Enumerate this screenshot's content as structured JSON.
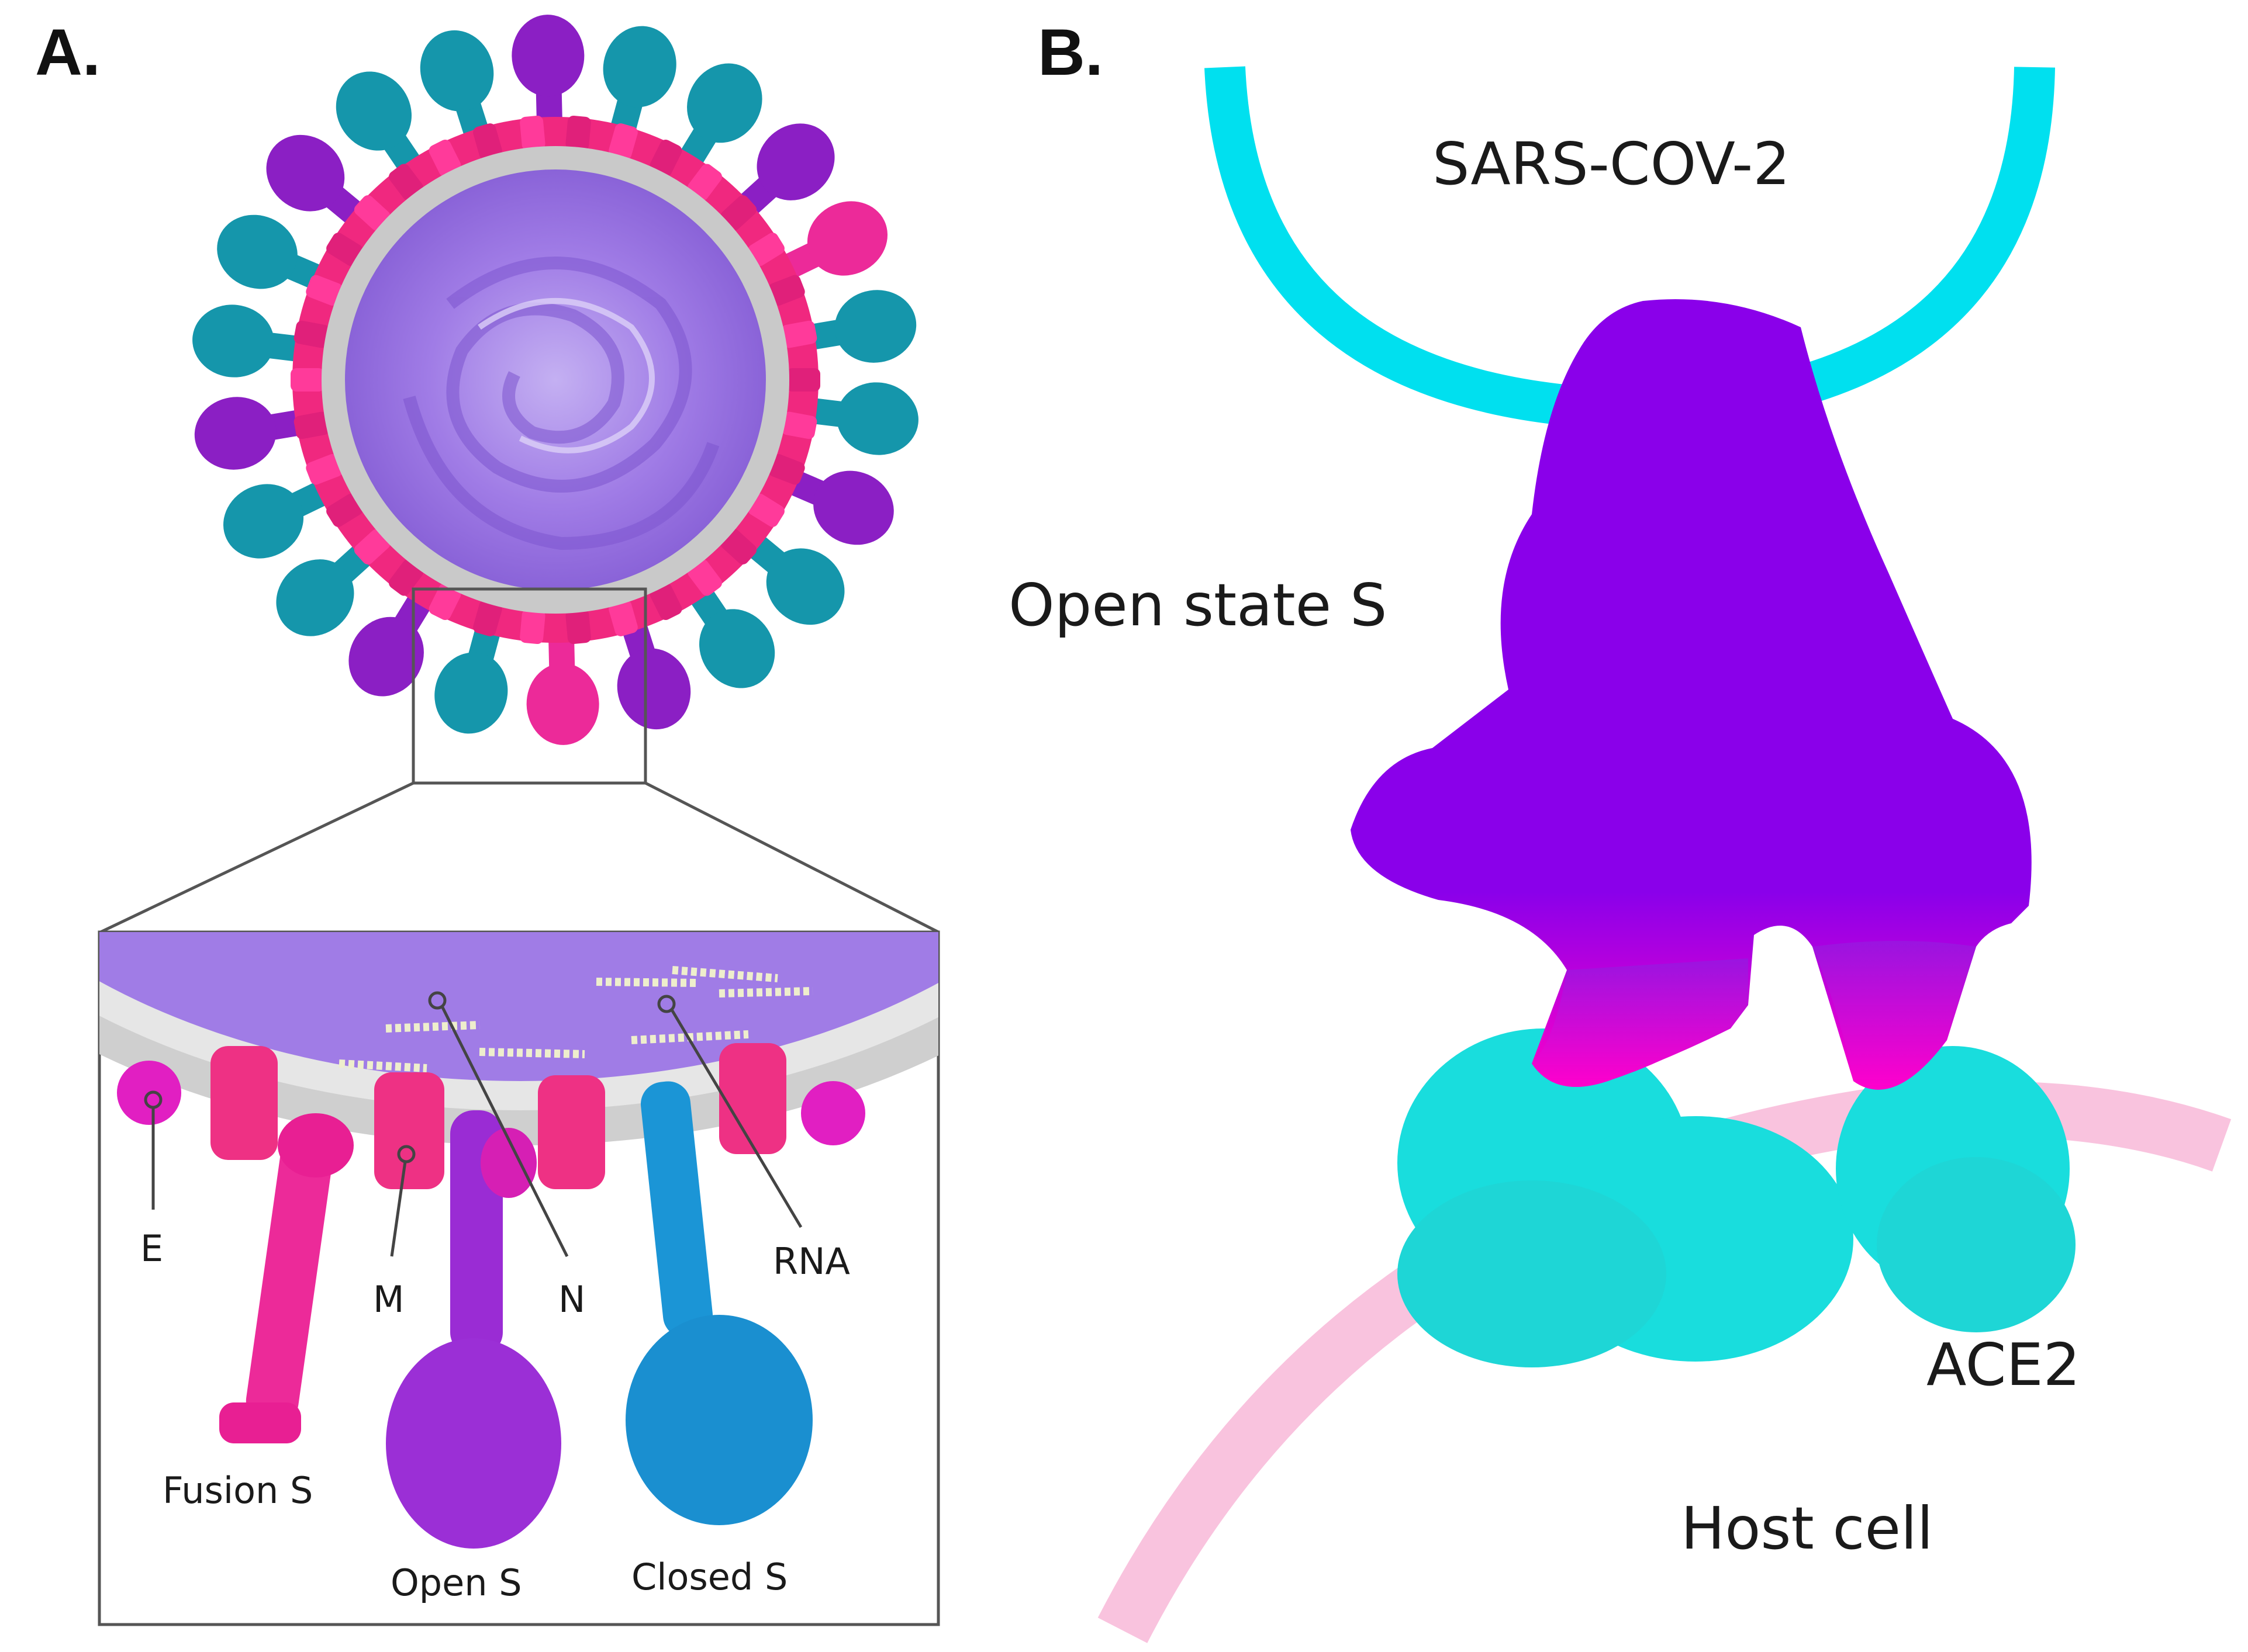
{
  "panels": {
    "a": {
      "label": "A."
    },
    "b": {
      "label": "B."
    }
  },
  "inset_labels": {
    "e": "E",
    "m": "M",
    "n": "N",
    "rna": "RNA",
    "fusion_s": "Fusion S",
    "open_s": "Open S",
    "closed_s": "Closed S"
  },
  "panel_b_labels": {
    "virus": "SARS-COV-2",
    "open_state": "Open state S",
    "receptor": "ACE2",
    "host": "Host cell"
  },
  "colors": {
    "spike_purple": "#8b1fc4",
    "spike_teal": "#1596ab",
    "membrane_pink": "#f0287f",
    "envelope_gray": "#c8c8c8",
    "interior_lavender": "#9b6fe0",
    "fusion_magenta": "#ec2a99",
    "closed_blue": "#1b95d6",
    "virus_ring_cyan": "#00e0ef",
    "host_pink": "#f9c3de",
    "open_spike_violet": "#8a00ea",
    "ace2_cyan": "#19dddd"
  }
}
